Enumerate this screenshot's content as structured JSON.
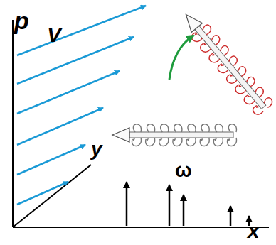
{
  "diagram": {
    "labels": [
      "p",
      "V",
      "y",
      "ω",
      "x"
    ]
  }
}
